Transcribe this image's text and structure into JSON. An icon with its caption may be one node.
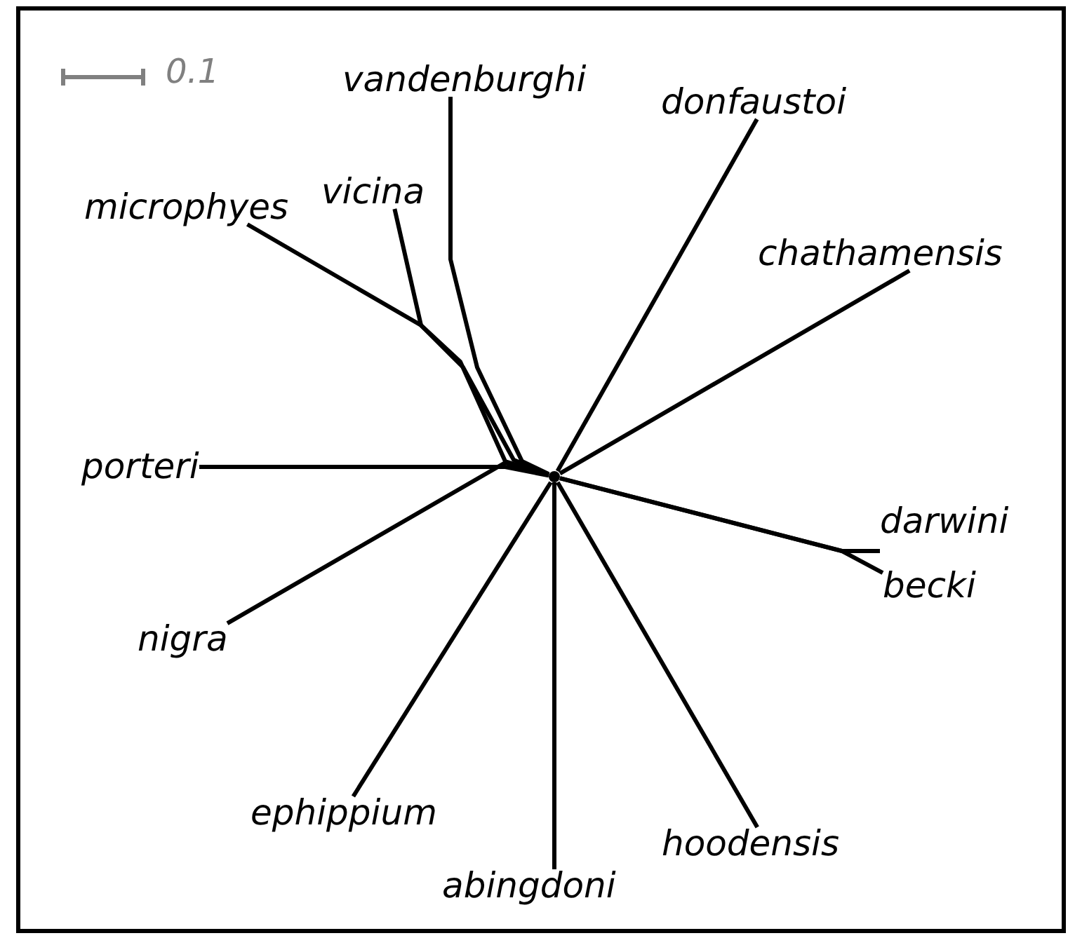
{
  "diagram": {
    "nodes": [
      {
        "text": [
          "vandenburghi"
        ]
      },
      {
        "text": [
          "donfaustoi"
        ]
      },
      {
        "text": [
          "vicina"
        ]
      },
      {
        "text": [
          "microphyes"
        ]
      },
      {
        "text": [
          "chathamensis"
        ]
      },
      {
        "text": [
          "porteri"
        ]
      },
      {
        "text": [
          "darwini"
        ]
      },
      {
        "text": [
          "becki"
        ]
      },
      {
        "text": [
          "nigra"
        ]
      },
      {
        "text": [
          "ephippium"
        ]
      },
      {
        "text": [
          "hoodensis"
        ]
      },
      {
        "text": [
          "abingdoni"
        ]
      },
      {
        "text": [],
        "shape": "circle"
      }
    ],
    "edges": [
      {
        "from": 12,
        "to": 0,
        "arrow": "none"
      },
      {
        "from": 12,
        "to": 1,
        "arrow": "none"
      },
      {
        "from": 12,
        "to": 2,
        "arrow": "none"
      },
      {
        "from": 12,
        "to": 3,
        "arrow": "none"
      },
      {
        "from": 12,
        "to": 4,
        "arrow": "none"
      },
      {
        "from": 12,
        "to": 5,
        "arrow": "none"
      },
      {
        "from": 12,
        "to": 6,
        "arrow": "none"
      },
      {
        "from": 12,
        "to": 7,
        "arrow": "none"
      },
      {
        "from": 12,
        "to": 8,
        "arrow": "none"
      },
      {
        "from": 12,
        "to": 9,
        "arrow": "none"
      },
      {
        "from": 12,
        "to": 10,
        "arrow": "none"
      },
      {
        "from": 12,
        "to": 11,
        "arrow": "none"
      }
    ],
    "labels": [
      "0.1"
    ]
  }
}
